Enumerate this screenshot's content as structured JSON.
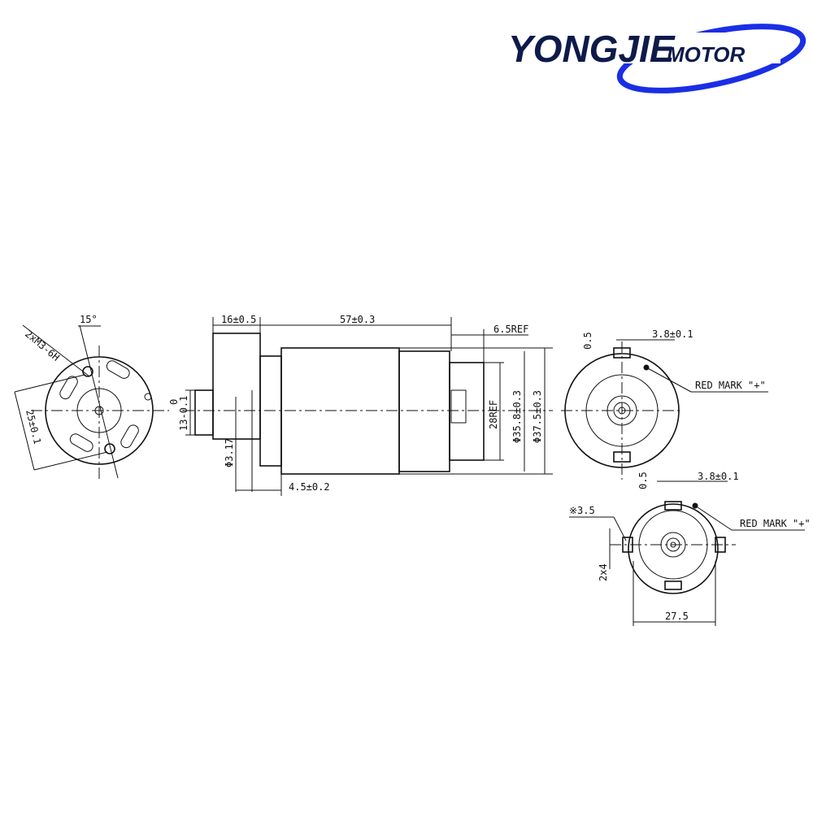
{
  "logo": {
    "brand": "YONGJIE",
    "suffix": "MOTOR",
    "accent_color": "#1a2ee6",
    "text_color": "#0d1a4a"
  },
  "front_view": {
    "angle": "15°",
    "thread": "2xM3-6H",
    "hole_spacing": "25±0.1"
  },
  "side_view": {
    "gearbox_length": "16±0.5",
    "body_length": "57±0.3",
    "rear_length": "6.5REF",
    "shaft_flat": "13-0.1",
    "shaft_flat_upper_tol": "0",
    "shaft_diameter": "Φ3.17",
    "boss_length": "4.5±0.2",
    "endcap_diameter": "28REF",
    "body_diameter": "Φ35.8±0.3",
    "outer_diameter": "Φ37.5±0.3"
  },
  "rear_view_1": {
    "offset": "0.5",
    "terminal_width": "3.8±0.1",
    "red_mark": "RED MARK \"+\""
  },
  "rear_view_2": {
    "offset": "0.5",
    "terminal_width": "3.8±0.1",
    "red_mark": "RED MARK \"+\"",
    "slot": "※3.5",
    "slot_count": "2x4",
    "width": "27.5"
  }
}
